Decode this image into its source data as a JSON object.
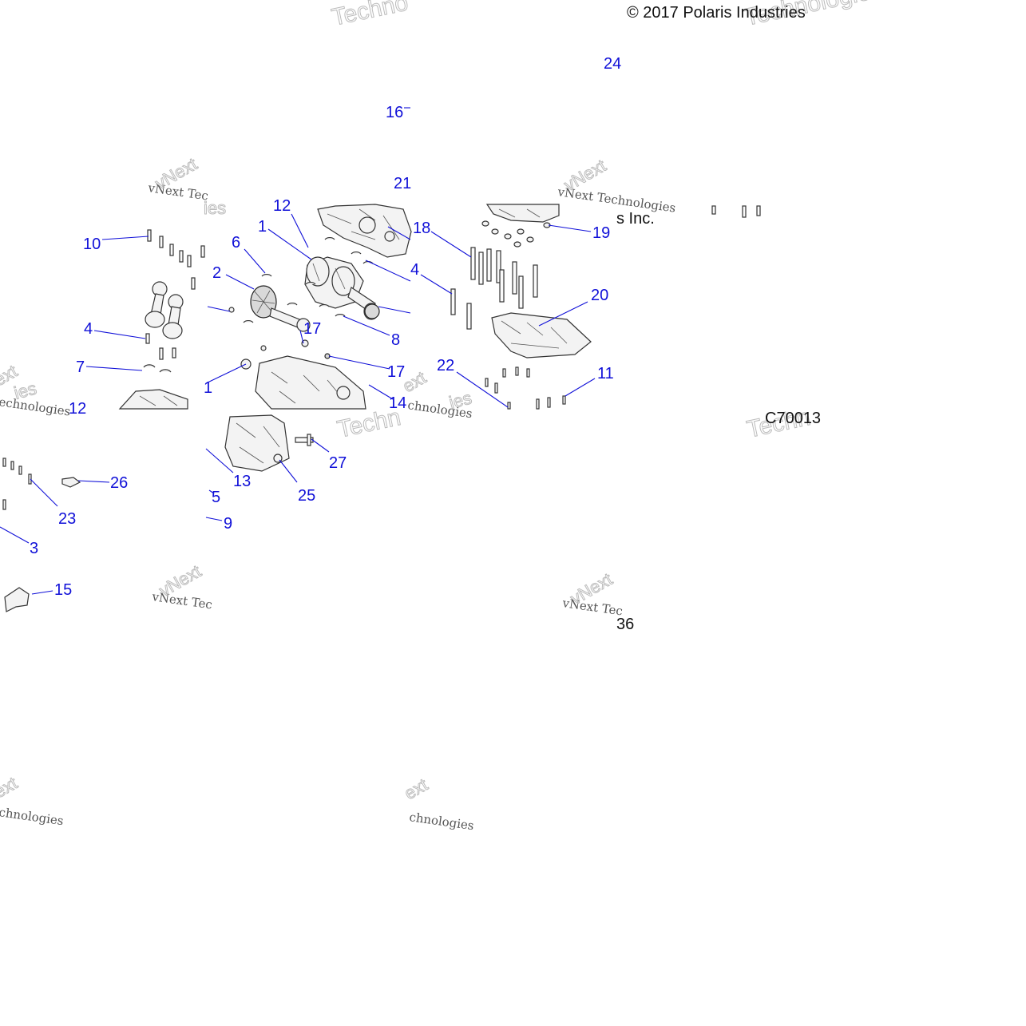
{
  "copyright": "© 2017 Polaris Industries",
  "company_fragment": "s Inc.",
  "diagram_code": "C70013",
  "diagram_code_fragment": "36",
  "watermark": {
    "vendor": "vNext Technologies",
    "word_a": "vNext",
    "word_b": "Technologies",
    "frag_next": "ext",
    "frag_chnologies": "chnologies",
    "frag_techno": "Techno",
    "frag_vnext_tec": "vNext Tec",
    "frag_techn": "Techn",
    "frag_ies": "ies",
    "frag_echnologies": "echnologies"
  },
  "callouts": {
    "c1": "1",
    "c2": "2",
    "c3": "3",
    "c4a": "4",
    "c4b": "4",
    "c5": "5",
    "c6": "6",
    "c7": "7",
    "c8": "8",
    "c9": "9",
    "c10": "10",
    "c11": "11",
    "c11b": "1",
    "c12a": "12",
    "c12b": "12",
    "c13": "13",
    "c14": "14",
    "c15": "15",
    "c16": "16",
    "c17a": "17",
    "c17b": "17",
    "c18": "18",
    "c19": "19",
    "c20": "20",
    "c21": "21",
    "c22": "22",
    "c23": "23",
    "c24": "24",
    "c25": "25",
    "c26": "26",
    "c27": "27"
  },
  "colors": {
    "callout": "#1010d8",
    "lineart": "#333333",
    "background": "#ffffff"
  }
}
